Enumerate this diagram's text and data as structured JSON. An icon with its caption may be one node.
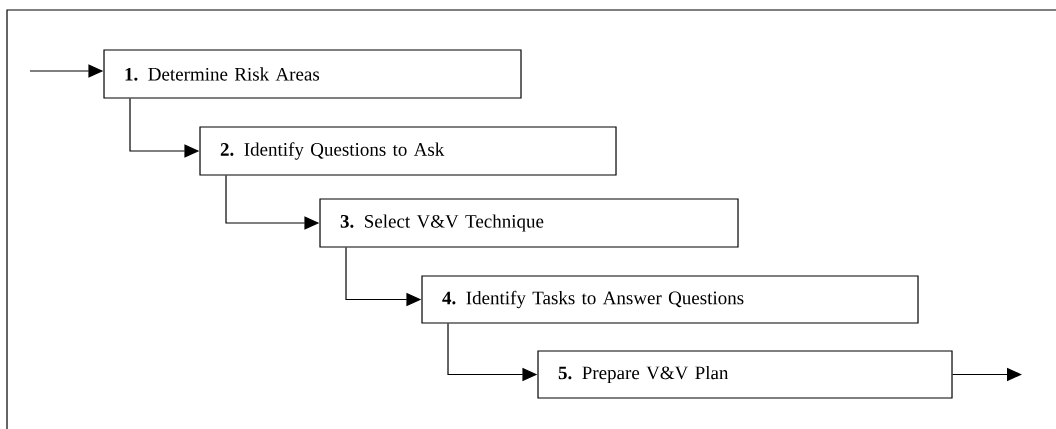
{
  "diagram": {
    "nodes": [
      {
        "text": [
          "**1.** Determine Risk Areas"
        ]
      },
      {
        "text": [
          "**2.** Identify Questions to Ask"
        ]
      },
      {
        "text": [
          "**3.** Select V&V Technique"
        ]
      },
      {
        "text": [
          "**4.** Identify Tasks to Answer Questions"
        ]
      },
      {
        "text": [
          "**5.** Prepare V&V Plan"
        ]
      }
    ],
    "edges": [
      {
        "from": null,
        "to": 0,
        "arrow": "to"
      },
      {
        "from": 0,
        "to": 1,
        "arrow": "to"
      },
      {
        "from": 1,
        "to": 2,
        "arrow": "to"
      },
      {
        "from": 2,
        "to": 3,
        "arrow": "to"
      },
      {
        "from": 3,
        "to": 4,
        "arrow": "to"
      },
      {
        "from": 4,
        "to": null,
        "arrow": "to"
      }
    ]
  }
}
